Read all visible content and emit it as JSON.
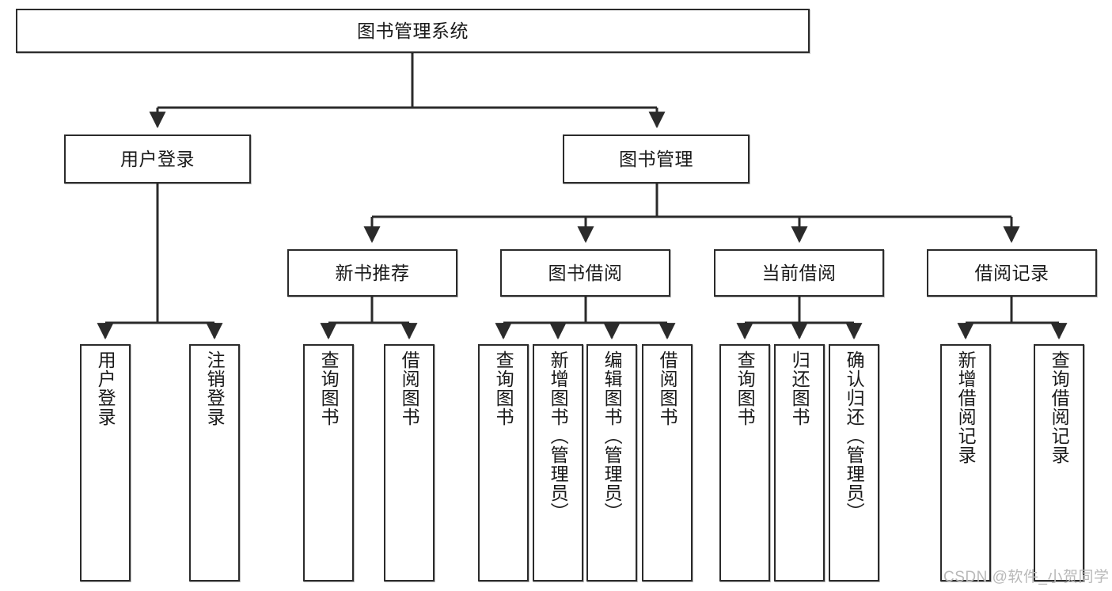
{
  "diagram": {
    "title": "图书管理系统",
    "type": "tree-hierarchy-chart",
    "root": {
      "label": "图书管理系统"
    },
    "level1": [
      {
        "label": "用户登录"
      },
      {
        "label": "图书管理"
      }
    ],
    "level2": [
      {
        "label": "新书推荐"
      },
      {
        "label": "图书借阅"
      },
      {
        "label": "当前借阅"
      },
      {
        "label": "借阅记录"
      }
    ],
    "leaves_user_login": [
      {
        "label": "用户登录"
      },
      {
        "label": "注销登录"
      }
    ],
    "leaves_new_book": [
      {
        "label": "查询图书"
      },
      {
        "label": "借阅图书"
      }
    ],
    "leaves_borrow": [
      {
        "label": "查询图书"
      },
      {
        "label": "新增图书（管理员）"
      },
      {
        "label": "编辑图书（管理员）"
      },
      {
        "label": "借阅图书"
      }
    ],
    "leaves_current": [
      {
        "label": "查询图书"
      },
      {
        "label": "归还图书"
      },
      {
        "label": "确认归还（管理员）"
      }
    ],
    "leaves_record": [
      {
        "label": "新增借阅记录"
      },
      {
        "label": "查询借阅记录"
      }
    ]
  },
  "watermark": {
    "text": "CSDN @软件_小贺同学"
  },
  "colors": {
    "stroke": "#2b2b2b",
    "fill": "#ffffff",
    "text": "#1a1a1a",
    "watermark": "#b9b9b9"
  }
}
